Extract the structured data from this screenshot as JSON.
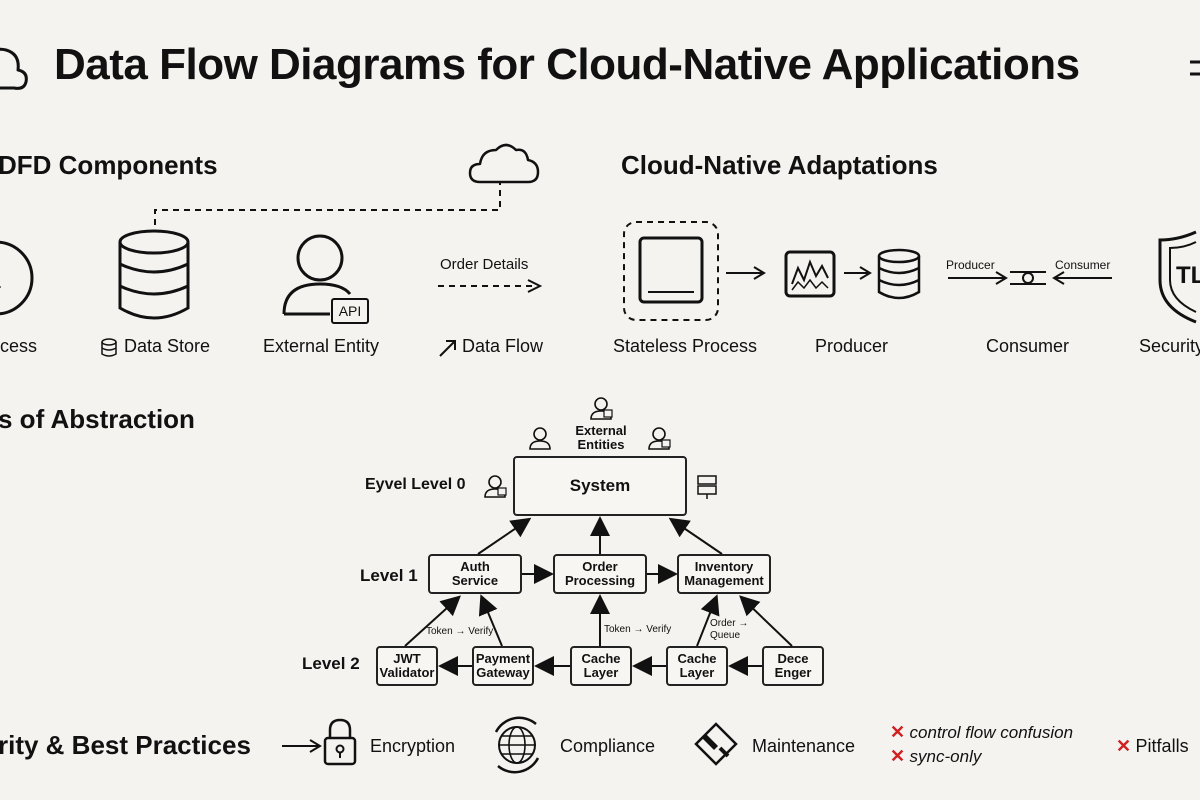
{
  "title": "Data Flow Diagrams for Cloud-Native Applications",
  "sections": {
    "components": "DFD Components",
    "adaptations": "Cloud-Native Adaptations",
    "abstraction": "s of Abstraction",
    "practices": "rity & Best Practices"
  },
  "components": {
    "process": "cess",
    "data_store": "Data Store",
    "external_entity": "External Entity",
    "api_badge": "API",
    "data_flow": "Data Flow",
    "flow_label": "Order Details"
  },
  "adaptations": {
    "stateless": "Stateless Process",
    "producer": "Producer",
    "consumer": "Consumer",
    "security": "Security",
    "producer_tag": "Producer",
    "consumer_tag": "Consumer",
    "tls": "TL"
  },
  "levels": {
    "level0": "Eyvel Level 0",
    "level1": "Level 1",
    "level2": "Level 2",
    "system": "System",
    "external_entities": "External\nEntities",
    "auth": "Auth\nService",
    "order": "Order\nProcessing",
    "inventory": "Inventory\nManagement",
    "jwt": "JWT\nValidator",
    "payment": "Payment\nGateway",
    "cache1": "Cache\nLayer",
    "cache2": "Cache\nLayer",
    "dece": "Dece\nEnger",
    "token1": "Token → Verify",
    "token2": "Token → Verify",
    "order_queue": "Order →\nQueue"
  },
  "practices": {
    "encryption": "Encryption",
    "compliance": "Compliance",
    "maintenance": "Maintenance",
    "pitfall1": "control flow confusion",
    "pitfall2": "sync-only",
    "pitfalls": "Pitfalls"
  },
  "colors": {
    "ink": "#111111",
    "background": "#f4f3ef",
    "warning": "#d02020"
  }
}
